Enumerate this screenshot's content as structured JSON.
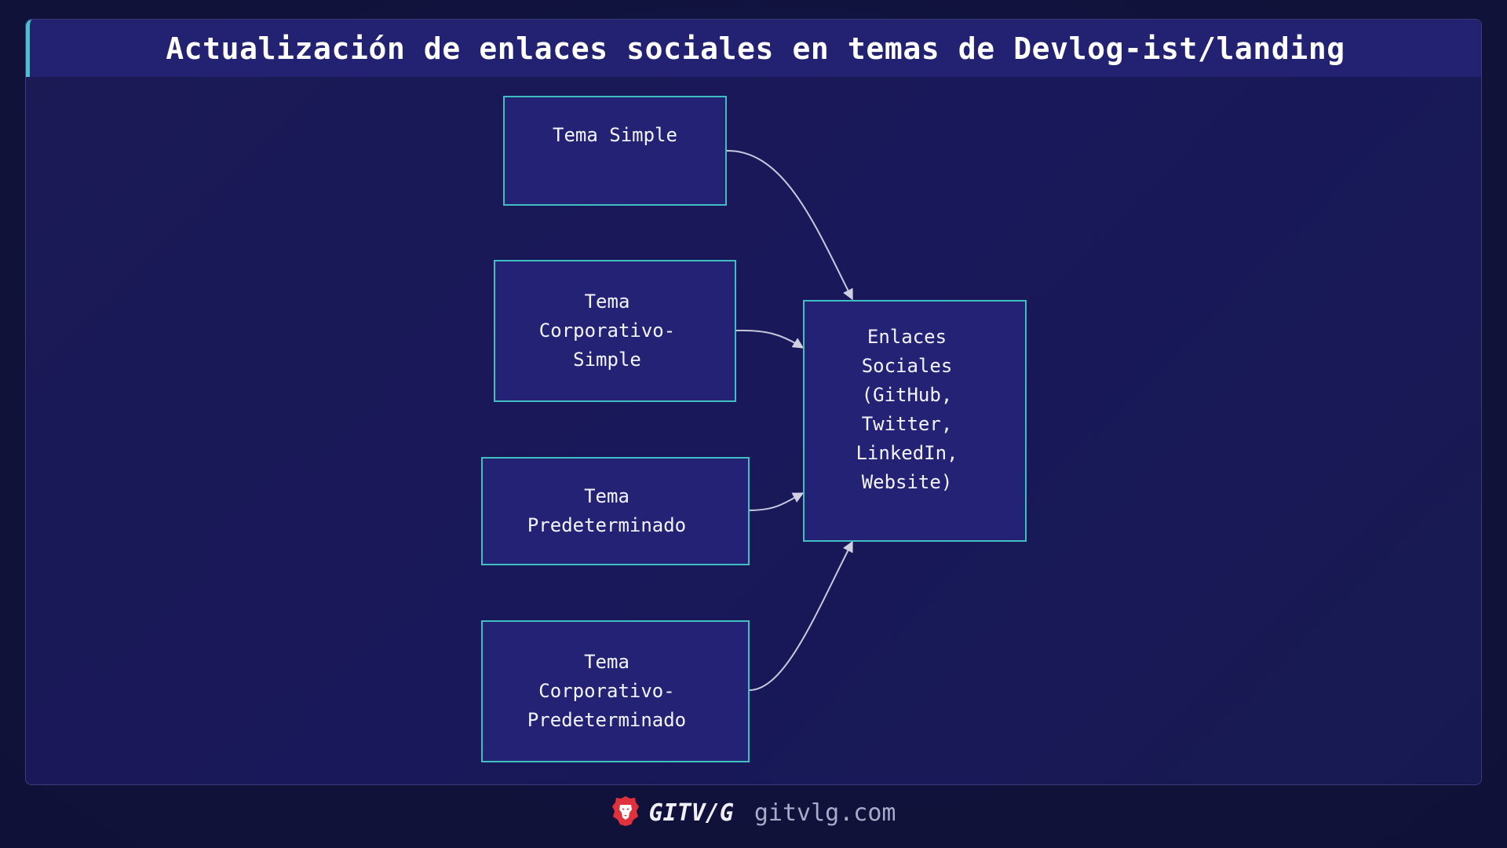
{
  "header": {
    "title": "Actualización de enlaces sociales en temas de Devlog-ist/landing"
  },
  "diagram": {
    "nodes": [
      {
        "id": "tema-simple",
        "label": "Tema Simple"
      },
      {
        "id": "tema-corporativo-simple",
        "label": "Tema\nCorporativo-\nSimple"
      },
      {
        "id": "tema-predeterminado",
        "label": "Tema\nPredeterminado"
      },
      {
        "id": "tema-corporativo-predeterminado",
        "label": "Tema\nCorporativo-\nPredeterminado"
      },
      {
        "id": "enlaces-sociales",
        "label": "Enlaces\nSociales\n(GitHub,\nTwitter,\nLinkedIn,\n Website)"
      }
    ],
    "edges": [
      {
        "from": "tema-simple",
        "to": "enlaces-sociales"
      },
      {
        "from": "tema-corporativo-simple",
        "to": "enlaces-sociales"
      },
      {
        "from": "tema-predeterminado",
        "to": "enlaces-sociales"
      },
      {
        "from": "tema-corporativo-predeterminado",
        "to": "enlaces-sociales"
      }
    ]
  },
  "footer": {
    "logo_icon": "lion-icon",
    "brand": "GITV/G",
    "site": "gitvlg.com"
  },
  "colors": {
    "background": "#10123a",
    "panel": "#19185a",
    "header": "#232272",
    "accent": "#3fc9c2",
    "node_fill": "#232274",
    "node_border": "#3fbfc2",
    "edge": "#c8c8dc",
    "logo_red": "#e0323c"
  }
}
